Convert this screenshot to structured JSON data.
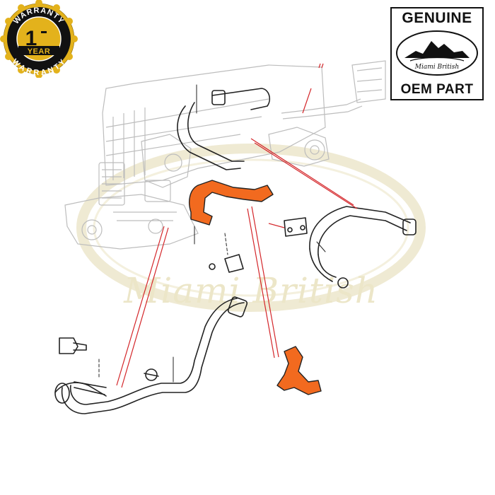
{
  "warranty_seal": {
    "ring_text_top": "WARRANTY",
    "ring_text_bottom": "WARRANTY",
    "number": "1",
    "unit": "YEAR",
    "colors": {
      "gold": "#e3b21c",
      "black": "#111111",
      "accent": "#ffffff"
    }
  },
  "badge": {
    "top_text": "GENUINE",
    "brand_script": "Miami British",
    "bottom_text": "OEM PART",
    "icon": "mountain-fish-logo-icon"
  },
  "watermark": {
    "text": "Miami British",
    "colors": {
      "oval": "#f1edd6",
      "text": "#ece6c8"
    }
  },
  "diagram": {
    "highlight_color": "#f26a1f",
    "leader_color": "#d4262a",
    "line_color": "#222222",
    "engine_line_color": "#b8b8b8"
  }
}
